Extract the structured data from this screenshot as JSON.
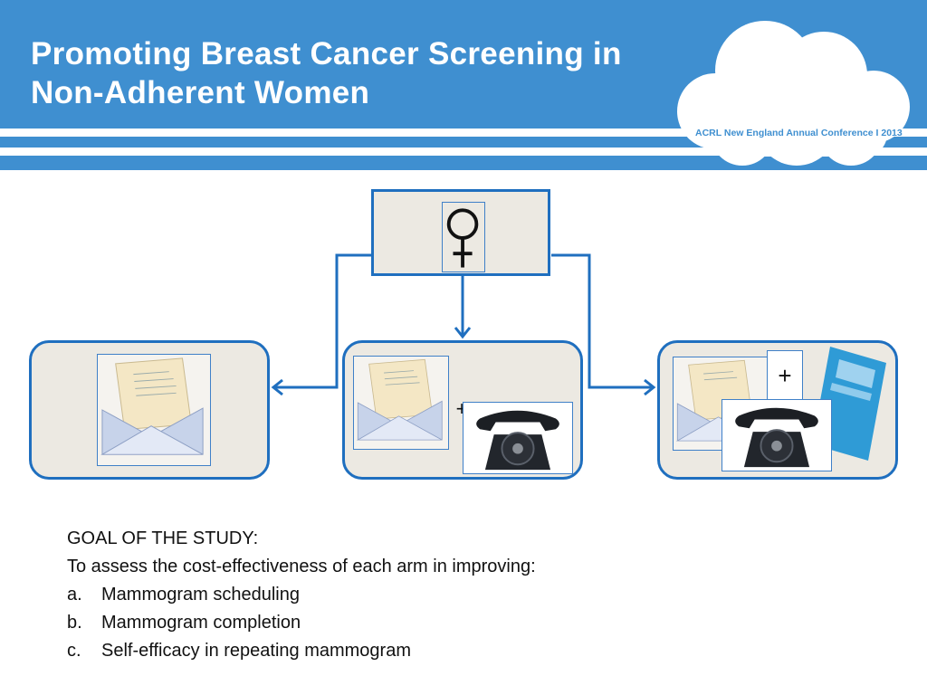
{
  "header": {
    "title": "Promoting Breast Cancer Screening in Non-Adherent Women",
    "conference_label": "ACRL New England Annual Conference I 2013"
  },
  "diagram": {
    "top_icon": "female-symbol-icon",
    "arms": [
      {
        "icons": [
          "letter-envelope-icon"
        ]
      },
      {
        "icons": [
          "letter-envelope-icon",
          "telephone-icon"
        ],
        "plus_sign": "+"
      },
      {
        "icons": [
          "letter-envelope-icon",
          "telephone-icon",
          "brochure-icon"
        ],
        "plus_sign": "+"
      }
    ]
  },
  "goal": {
    "heading": "GOAL OF THE STUDY:",
    "intro": "To assess the cost-effectiveness of each arm in improving:",
    "items": [
      {
        "marker": "a.",
        "text": "Mammogram scheduling"
      },
      {
        "marker": "b.",
        "text": "Mammogram completion"
      },
      {
        "marker": "c.",
        "text": "Self-efficacy in repeating mammogram"
      }
    ]
  },
  "colors": {
    "header_blue": "#3f8fd0",
    "border_blue": "#1f6fbf",
    "panel_fill": "#ece9e2"
  }
}
